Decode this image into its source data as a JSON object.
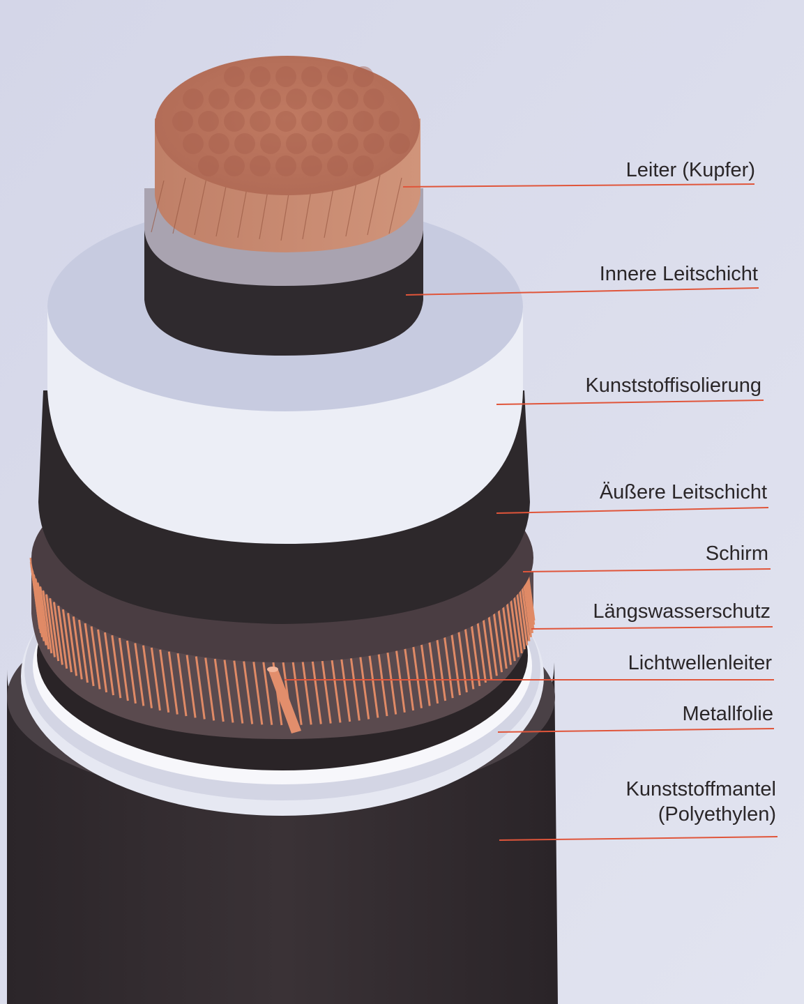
{
  "colors": {
    "background": "#d9dcec",
    "leader_line": "#e0553a",
    "copper": "#c98466",
    "insulation": "#e9ebf4",
    "semiconductive": "#2e2a2e",
    "jacket": "#332c30",
    "label_text": "#2a2628"
  },
  "labels": {
    "leiter": "Leiter (Kupfer)",
    "innere_leitschicht": "Innere Leitschicht",
    "kunststoffisolierung": "Kunststoffisolierung",
    "aeussere_leitschicht": "Äußere Leitschicht",
    "schirm": "Schirm",
    "laengswasserschutz": "Längswasserschutz",
    "lichtwellenleiter": "Lichtwellenleiter",
    "metallfolie": "Metallfolie",
    "kunststoffmantel_line1": "Kunststoffmantel",
    "kunststoffmantel_line2": "(Polyethylen)"
  }
}
